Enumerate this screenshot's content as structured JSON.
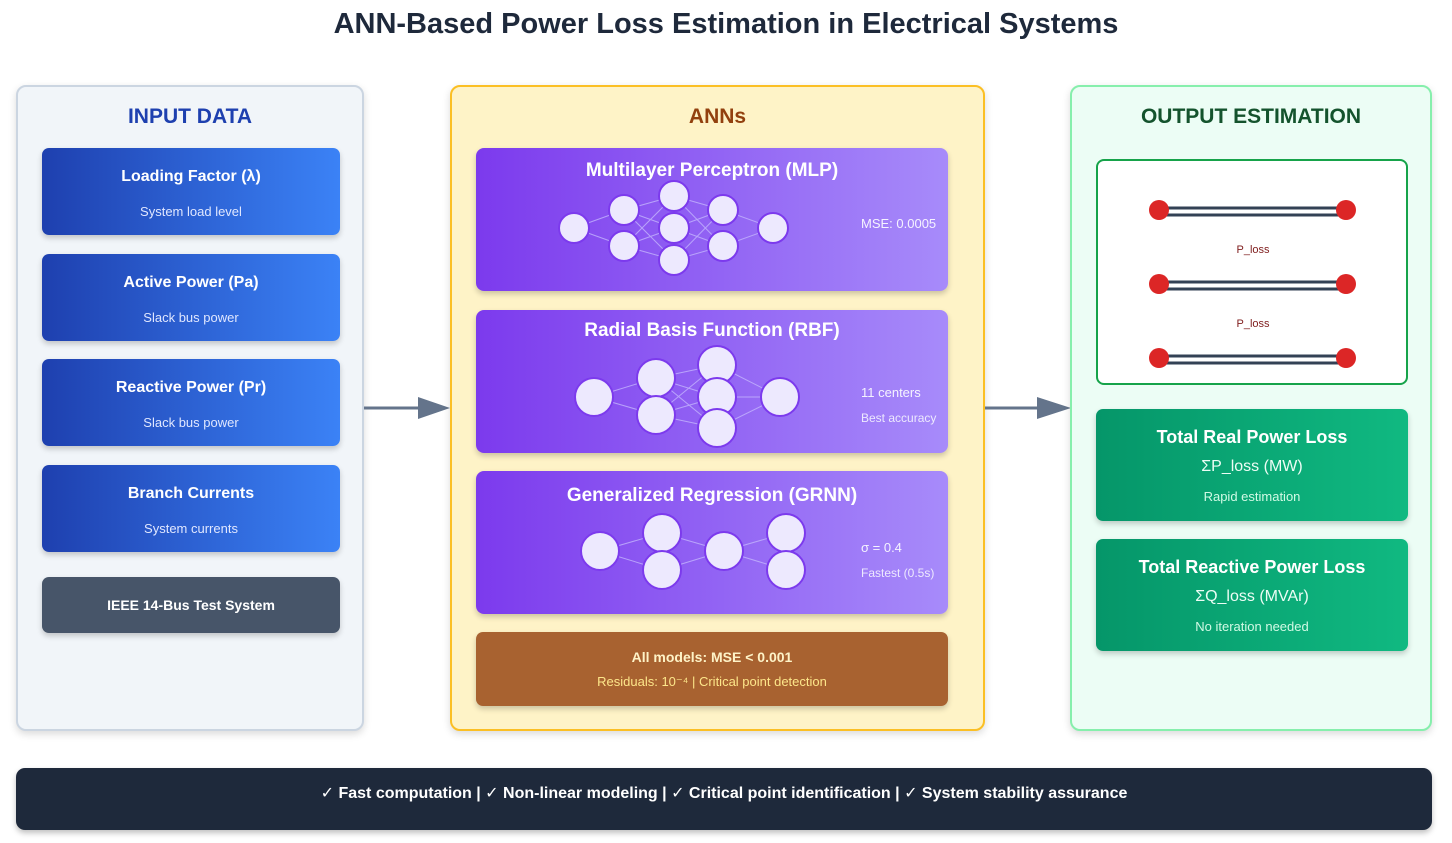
{
  "title": "ANN-Based Power Loss Estimation in Electrical Systems",
  "input": {
    "heading": "INPUT DATA",
    "cards": [
      {
        "title": "Loading Factor (λ)",
        "subtitle": "System load level"
      },
      {
        "title": "Active Power (Pa)",
        "subtitle": "Slack bus power"
      },
      {
        "title": "Reactive Power (Pr)",
        "subtitle": "Slack bus power"
      },
      {
        "title": "Branch Currents",
        "subtitle": "System currents"
      }
    ],
    "system": "IEEE 14-Bus Test System"
  },
  "anns": {
    "heading": "ANNs",
    "models": [
      {
        "title": "Multilayer Perceptron (MLP)",
        "note1": "MSE: 0.0005",
        "note2": ""
      },
      {
        "title": "Radial Basis Function (RBF)",
        "note1": "11 centers",
        "note2": "Best accuracy"
      },
      {
        "title": "Generalized Regression (GRNN)",
        "note1": "σ = 0.4",
        "note2": "Fastest (0.5s)"
      }
    ],
    "summary": {
      "line1": "All models: MSE < 0.001",
      "line2": "Residuals: 10⁻⁴ | Critical point detection"
    }
  },
  "output": {
    "heading": "OUTPUT ESTIMATION",
    "line_labels": [
      "P_loss",
      "P_loss"
    ],
    "cards": [
      {
        "title": "Total Real Power Loss",
        "symbol": "ΣP_loss (MW)",
        "subtitle": "Rapid estimation"
      },
      {
        "title": "Total Reactive Power Loss",
        "symbol": "ΣQ_loss (MVAr)",
        "subtitle": "No iteration needed"
      }
    ]
  },
  "footer": "✓ Fast computation | ✓ Non-linear modeling | ✓ Critical point identification | ✓ System stability assurance",
  "colors": {
    "input_card": "#1e40af",
    "ann_card": "#7c3aed",
    "output_card": "#059669",
    "summary": "#a86230",
    "bus_node": "#dc2626"
  }
}
